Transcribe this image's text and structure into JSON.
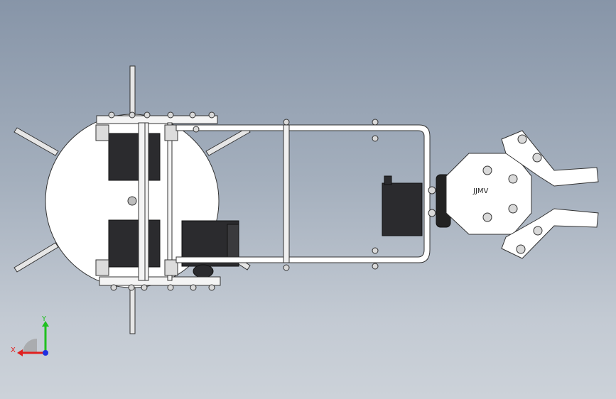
{
  "viewport": {
    "model_label": "JJMV",
    "triad": {
      "x_label": "X",
      "y_label": "Y",
      "x_color": "#e02020",
      "y_color": "#20c020",
      "z_color": "#2030e0"
    }
  },
  "colors": {
    "background_top": "#8795a8",
    "background_bottom": "#ccd2d9",
    "part_white": "#ffffff",
    "servo_body": "#2b2b2e",
    "outline": "#222222"
  }
}
